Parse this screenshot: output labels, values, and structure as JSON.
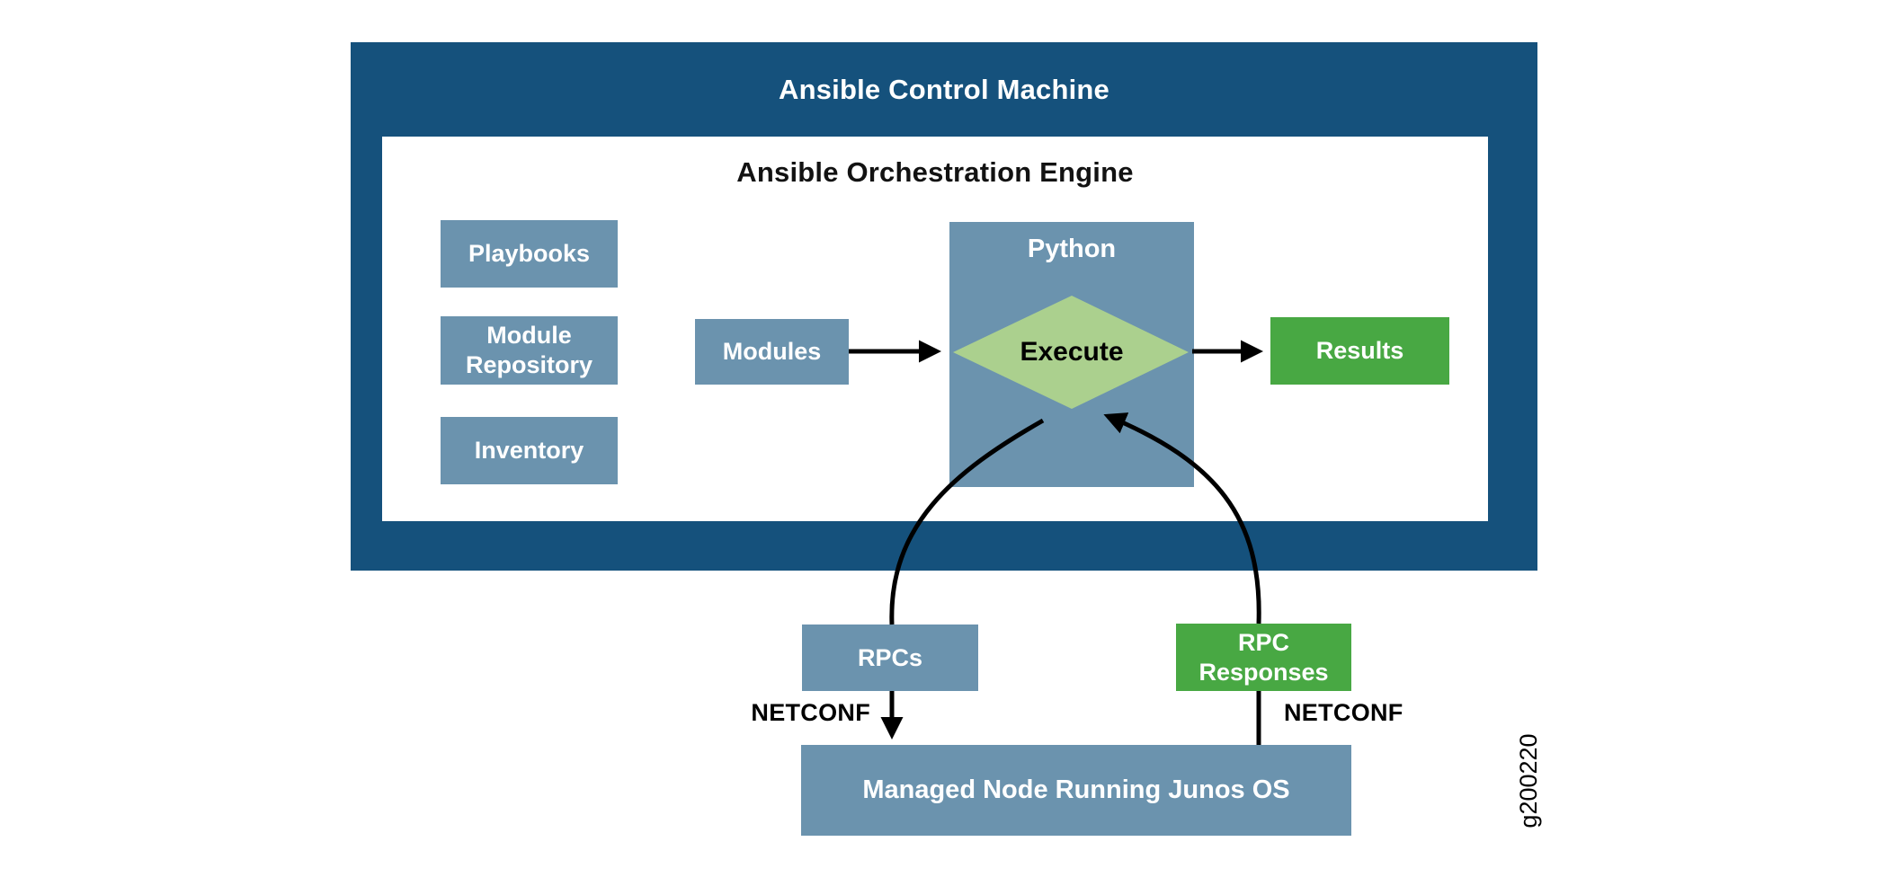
{
  "diagram": {
    "outer": {
      "title": "Ansible Control Machine"
    },
    "engine": {
      "title": "Ansible Orchestration Engine"
    },
    "nodes": {
      "playbooks": "Playbooks",
      "module_repository": "Module\nRepository",
      "inventory": "Inventory",
      "modules": "Modules",
      "python": "Python",
      "execute": "Execute",
      "results": "Results",
      "rpcs": "RPCs",
      "rpc_responses": "RPC\nResponses",
      "managed_node": "Managed Node Running Junos OS"
    },
    "labels": {
      "netconf_left": "NETCONF",
      "netconf_right": "NETCONF",
      "figure_id": "g200220"
    },
    "colors": {
      "dark_blue": "#15517c",
      "steel_blue": "#6b93ae",
      "green": "#48a843",
      "light_green": "#abd08e",
      "arrow_black": "#000000"
    }
  }
}
